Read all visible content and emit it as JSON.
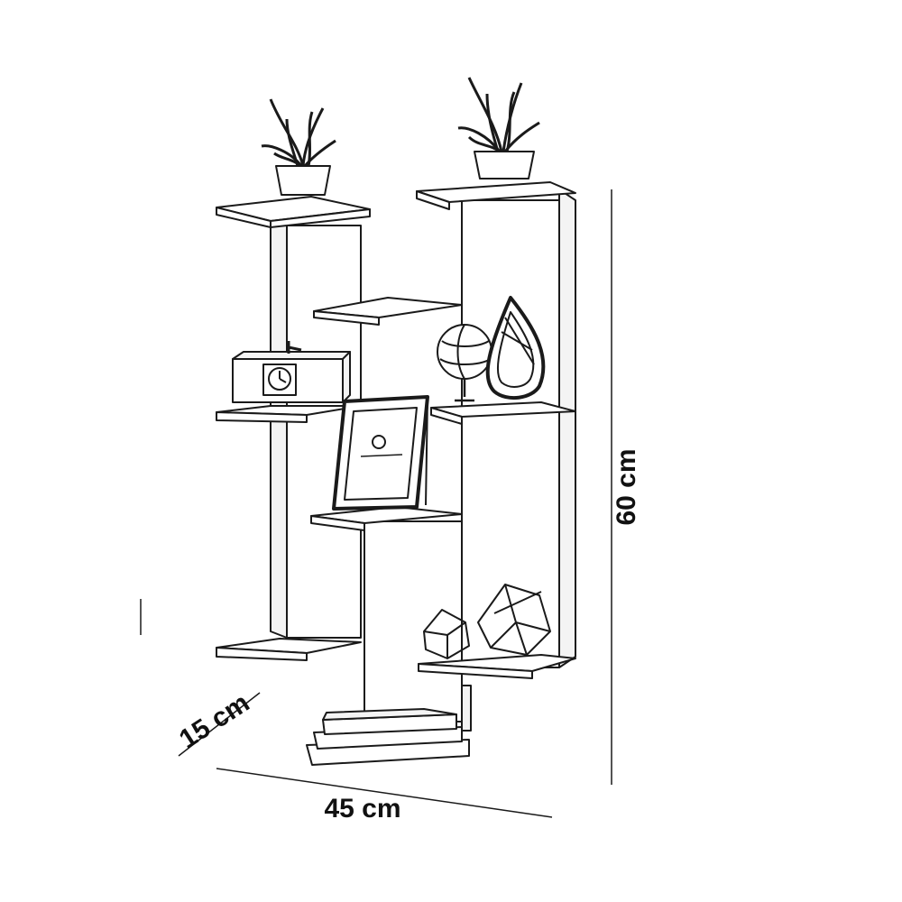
{
  "dimensions": {
    "height": "60 cm",
    "width": "45 cm",
    "depth": "15 cm"
  },
  "colors": {
    "line": "#1a1a1a",
    "panel": "#ffffff"
  }
}
